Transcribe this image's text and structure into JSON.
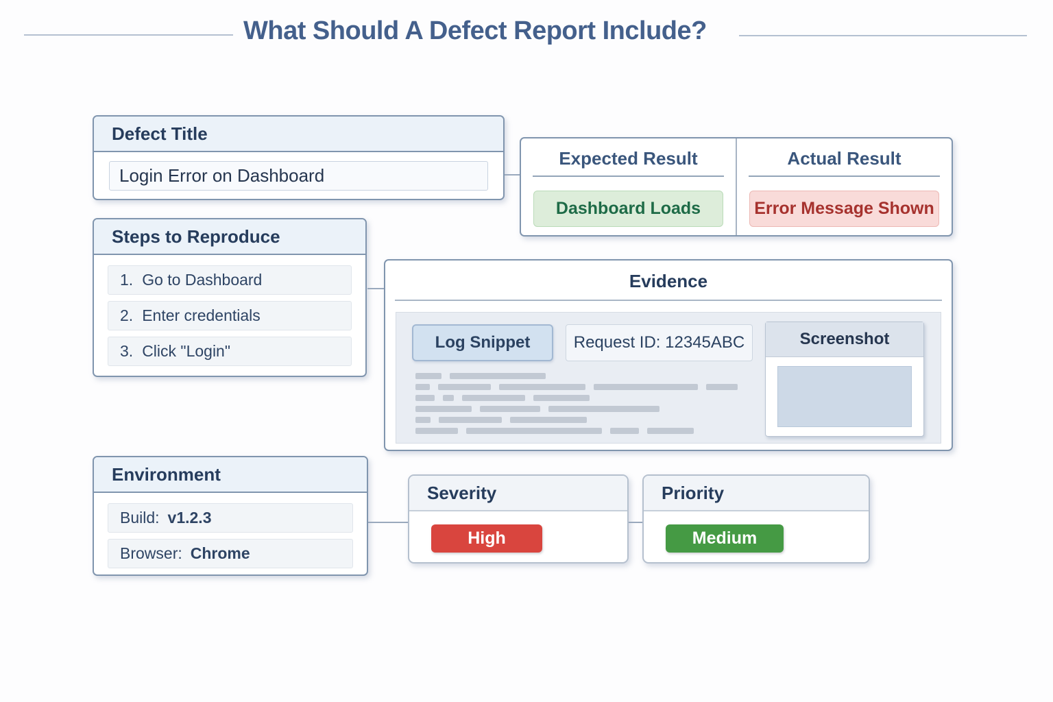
{
  "page": {
    "title": "What Should A Defect Report Include?"
  },
  "defect_title": {
    "header": "Defect Title",
    "value": "Login Error on Dashboard"
  },
  "results": {
    "expected": {
      "header": "Expected Result",
      "value": "Dashboard Loads"
    },
    "actual": {
      "header": "Actual Result",
      "value": "Error Message Shown"
    }
  },
  "steps": {
    "header": "Steps to Reproduce",
    "items": [
      {
        "num": "1.",
        "text": "Go to Dashboard"
      },
      {
        "num": "2.",
        "text": "Enter credentials"
      },
      {
        "num": "3.",
        "text": "Click \"Login\""
      }
    ]
  },
  "evidence": {
    "header": "Evidence",
    "log_snippet_label": "Log Snippet",
    "request_id_label": "Request ID: 12345ABC",
    "screenshot_label": "Screenshot"
  },
  "environment": {
    "header": "Environment",
    "rows": [
      {
        "label": "Build:",
        "value": "v1.2.3"
      },
      {
        "label": "Browser:",
        "value": "Chrome"
      }
    ]
  },
  "severity": {
    "header": "Severity",
    "value": "High",
    "color": "#d9453e"
  },
  "priority": {
    "header": "Priority",
    "value": "Medium",
    "color": "#459a44"
  },
  "colors": {
    "panel_border": "#8095ae",
    "panel_header_bg": "#ebf2f9",
    "title_text": "#44608c",
    "expected_bg": "#ddedda",
    "expected_text": "#1e6b47",
    "actual_bg": "#f9dbd9",
    "actual_text": "#a6322e",
    "severity_badge": "#d9453e",
    "priority_badge": "#459a44"
  }
}
